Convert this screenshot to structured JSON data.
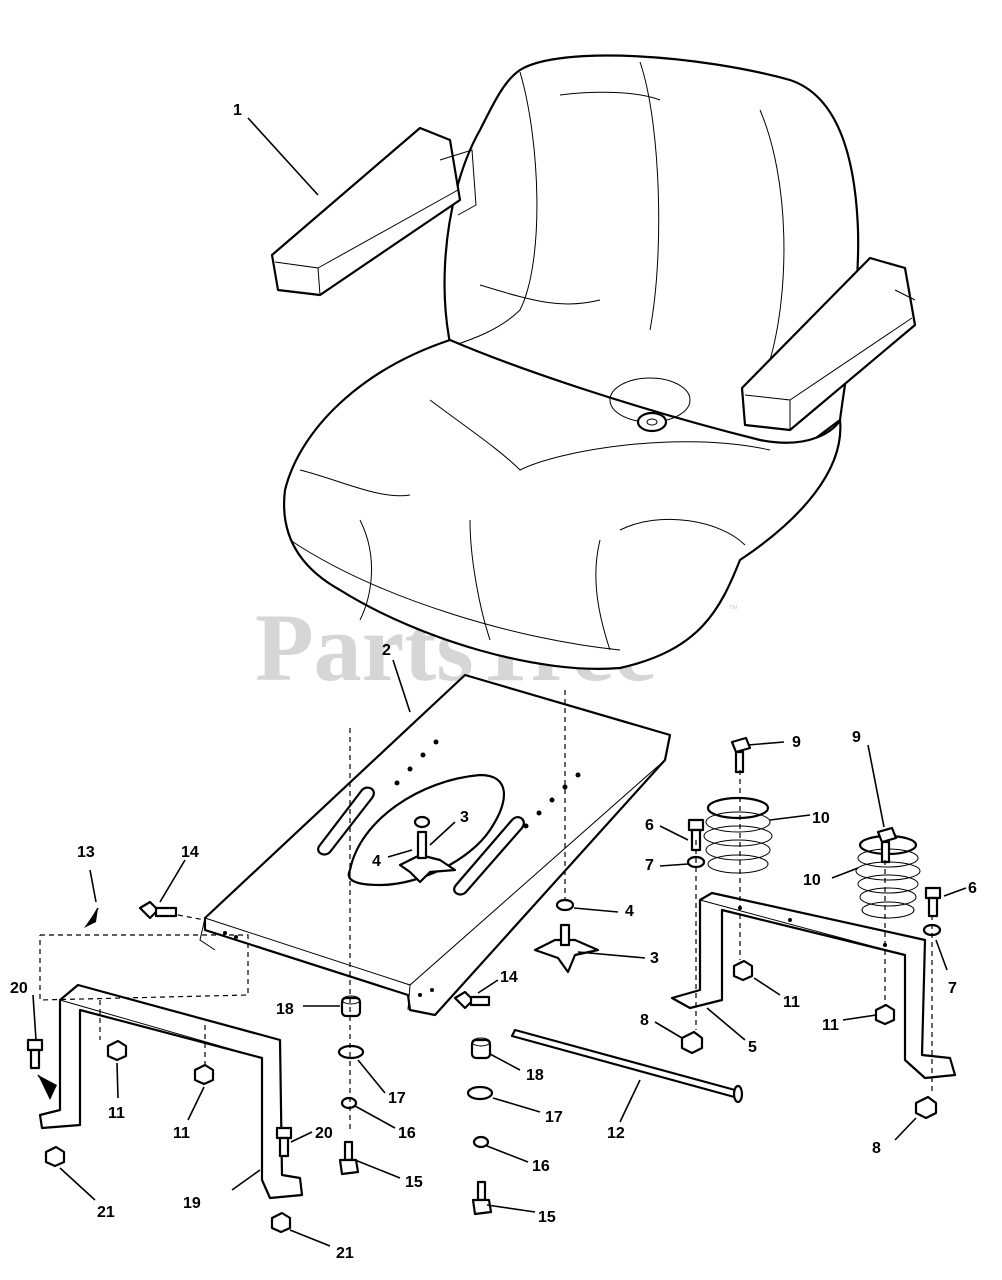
{
  "watermark": {
    "text": "PartsTree",
    "trademark": "™"
  },
  "callouts": [
    {
      "id": "c1",
      "text": "1"
    },
    {
      "id": "c2",
      "text": "2"
    },
    {
      "id": "c3a",
      "text": "3"
    },
    {
      "id": "c3b",
      "text": "3"
    },
    {
      "id": "c4a",
      "text": "4"
    },
    {
      "id": "c4b",
      "text": "4"
    },
    {
      "id": "c5",
      "text": "5"
    },
    {
      "id": "c6a",
      "text": "6"
    },
    {
      "id": "c6b",
      "text": "6"
    },
    {
      "id": "c7a",
      "text": "7"
    },
    {
      "id": "c7b",
      "text": "7"
    },
    {
      "id": "c8a",
      "text": "8"
    },
    {
      "id": "c8b",
      "text": "8"
    },
    {
      "id": "c9a",
      "text": "9"
    },
    {
      "id": "c9b",
      "text": "9"
    },
    {
      "id": "c10a",
      "text": "10"
    },
    {
      "id": "c10b",
      "text": "10"
    },
    {
      "id": "c11a",
      "text": "11"
    },
    {
      "id": "c11b",
      "text": "11"
    },
    {
      "id": "c11c",
      "text": "11"
    },
    {
      "id": "c11d",
      "text": "11"
    },
    {
      "id": "c12",
      "text": "12"
    },
    {
      "id": "c13",
      "text": "13"
    },
    {
      "id": "c14a",
      "text": "14"
    },
    {
      "id": "c14b",
      "text": "14"
    },
    {
      "id": "c15a",
      "text": "15"
    },
    {
      "id": "c15b",
      "text": "15"
    },
    {
      "id": "c16a",
      "text": "16"
    },
    {
      "id": "c16b",
      "text": "16"
    },
    {
      "id": "c17a",
      "text": "17"
    },
    {
      "id": "c17b",
      "text": "17"
    },
    {
      "id": "c18a",
      "text": "18"
    },
    {
      "id": "c18b",
      "text": "18"
    },
    {
      "id": "c19",
      "text": "19"
    },
    {
      "id": "c20a",
      "text": "20"
    },
    {
      "id": "c20b",
      "text": "20"
    },
    {
      "id": "c21a",
      "text": "21"
    },
    {
      "id": "c21b",
      "text": "21"
    }
  ]
}
